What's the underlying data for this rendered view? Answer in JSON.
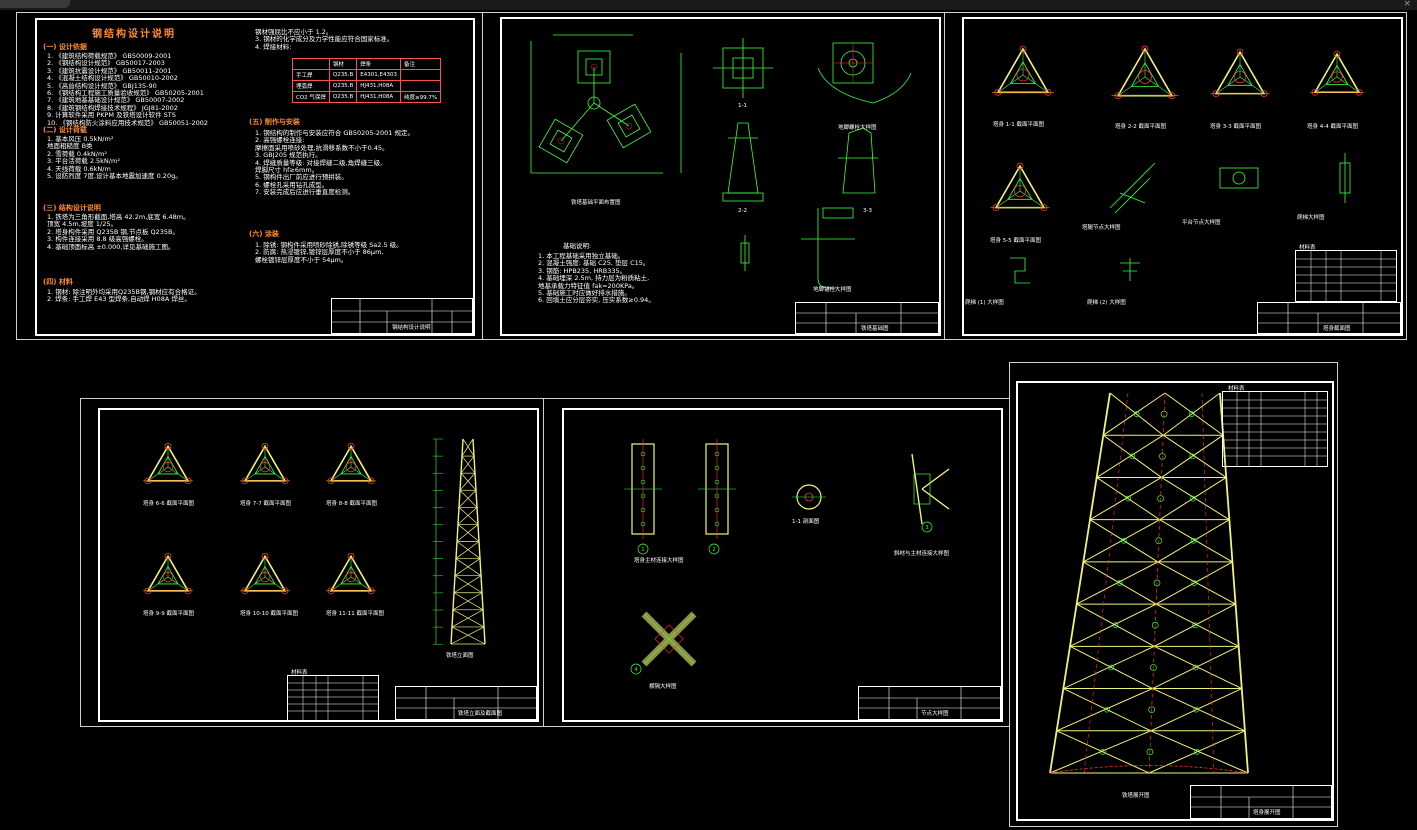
{
  "window": {
    "close_glyph": "×"
  },
  "sheet1": {
    "title": "钢结构设计说明",
    "sec1": "(一) 设计依据",
    "sec1_items": [
      "1. 《建筑结构荷载规范》   GB50009-2001",
      "2. 《钢结构设计规范》   GB50017-2003",
      "3. 《建筑抗震设计规范》   GB50011-2001",
      "4. 《混凝土结构设计规范》 GB50010-2002",
      "5. 《高耸结构设计规范》   GBJ135-90",
      "6. 《钢结构工程施工质量验收规范》 GB50205-2001",
      "7. 《建筑地基基础设计规范》 GB50007-2002",
      "8. 《建筑钢结构焊接技术规程》 JGJ81-2002",
      "9. 计算软件采用 PKPM 及铁塔设计软件 STS",
      "10. 《钢结构防火涂料应用技术规范》 GB50051-2002"
    ],
    "sec2": "(二) 设计荷载",
    "sec2_items": [
      "1. 基本风压                  0.5kN/m²",
      "   地面粗糙度                   B类",
      "2. 雪荷载                      0.4kN/m²",
      "3. 平台活荷载                 2.5kN/m²",
      "4. 天线荷载                   0.6kN/m",
      "5. 设防烈度 7度,设计基本地震加速度 0.20g。"
    ],
    "sec3": "(三) 结构设计说明",
    "sec3_items": [
      "1. 铁塔为三角形截面,塔高 42.2m,底宽 6.48m。",
      "   顶宽 4.5m,坡度 1/25。",
      "2. 塔身构件采用 Q235B 钢,节点板 Q235B。",
      "3. 构件连接采用 8.8 级高强螺栓。",
      "4. 基础顶面标高 ±0.000,详见基础施工图。"
    ],
    "sec4": "(四) 材料",
    "sec4_items": [
      "1. 钢材: 除注明外均采用Q235B钢,钢材应有合格证。",
      "2. 焊条: 手工焊 E43 型焊条,自动焊 H08A 焊丝。"
    ],
    "col2_items": [
      "   钢材强屈比不应小于 1.2。",
      "3. 钢材的化学成分及力学性能应符合国家标准。",
      "4. 焊接材料:"
    ],
    "table_headers": [
      "",
      "钢材",
      "焊条",
      "备注"
    ],
    "table_rows": [
      [
        "手工焊",
        "Q235.B",
        "E4301,E4303",
        ""
      ],
      [
        "埋弧焊",
        "Q235.B",
        "HJ431,H08A",
        ""
      ],
      [
        "CO2 气保焊",
        "Q235.B",
        "HJ431,H08A",
        "纯度≥99.7%"
      ]
    ],
    "sec5": "(五) 制作与安装",
    "sec5_items": [
      "1. 钢结构的制作与安装应符合 GB50205-2001 规定。",
      "2. 高强螺栓连接:",
      "   摩擦面采用喷砂处理,抗滑移系数不小于0.45。",
      "3. GBJ205 规范执行。",
      "4. 焊缝质量等级: 对接焊缝二级,角焊缝三级,",
      "   焊脚尺寸 hf≥6mm。",
      "5. 钢构件出厂前应进行预拼装。",
      "6. 螺栓孔采用钻孔成型。",
      "7. 安装完成后应进行垂直度检测。"
    ],
    "sec6": "(六) 涂装",
    "sec6_items": [
      "1. 除锈: 钢构件采用喷砂除锈,除锈等级 Sa2.5 级。",
      "2. 防腐: 热浸镀锌,镀锌层厚度不小于 86μm,",
      "   螺栓镀锌层厚度不小于 54μm。"
    ],
    "tb_title": "钢结构设计说明"
  },
  "sheet2": {
    "plan_title": "铁塔基础平面布置图",
    "s11": "1-1",
    "s22": "2-2",
    "s33": "3-3",
    "bolt": "地脚螺栓大样图",
    "anchor": "地脚锚栓大样图",
    "notes_head": "基础说明:",
    "notes": [
      "1. 本工程基础采用独立基础。",
      "2. 混凝土强度: 基础 C25, 垫层 C15。",
      "3. 钢筋: HPB235, HRB335。",
      "4. 基础埋深 2.5m, 持力层为粉质粘土,",
      "   地基承载力特征值 fak=200KPa。",
      "5. 基础施工时应做好排水措施。",
      "6. 回填土应分层夯实, 压实系数≥0.94。"
    ],
    "tb_title": "铁塔基础图"
  },
  "sheet3": {
    "labels": [
      "塔身 1-1 截面平面图",
      "塔身 2-2 截面平面图",
      "塔身 3-3 截面平面图",
      "塔身 4-4 截面平面图",
      "塔身 5-5 截面平面图",
      "塔腿节点大样图",
      "平台节点大样图",
      "爬梯大样图",
      "爬梯 (1) 大样图",
      "爬梯 (2) 大样图"
    ],
    "table_head": "材料表",
    "tb_title": "塔身截面图"
  },
  "sheet4": {
    "labels": [
      "塔身 6-6 截面平面图",
      "塔身 7-7 截面平面图",
      "塔身 8-8 截面平面图",
      "塔身 9-9 截面平面图",
      "塔身 10-10 截面平面图",
      "塔身 11-11 截面平面图"
    ],
    "elev": "铁塔立面图",
    "table_head": "材料表",
    "tb_title": "铁塔立面及截面图"
  },
  "sheet5": {
    "labels": [
      "塔身主材连接大样图",
      "1-1 剖面图",
      "斜材与主材连接大样图",
      "横隔大样图"
    ],
    "markers": [
      "1",
      "2",
      "3",
      "4"
    ],
    "tb_title": "节点大样图"
  },
  "sheet6": {
    "label": "铁塔展开图",
    "table_head": "材料表",
    "tb_title": "塔身展开图"
  },
  "colors": {
    "orange": "#ff8a2a",
    "green": "#3bff3b",
    "yellow": "#f2f27a",
    "red": "#ff3030",
    "white": "#ffffff"
  }
}
